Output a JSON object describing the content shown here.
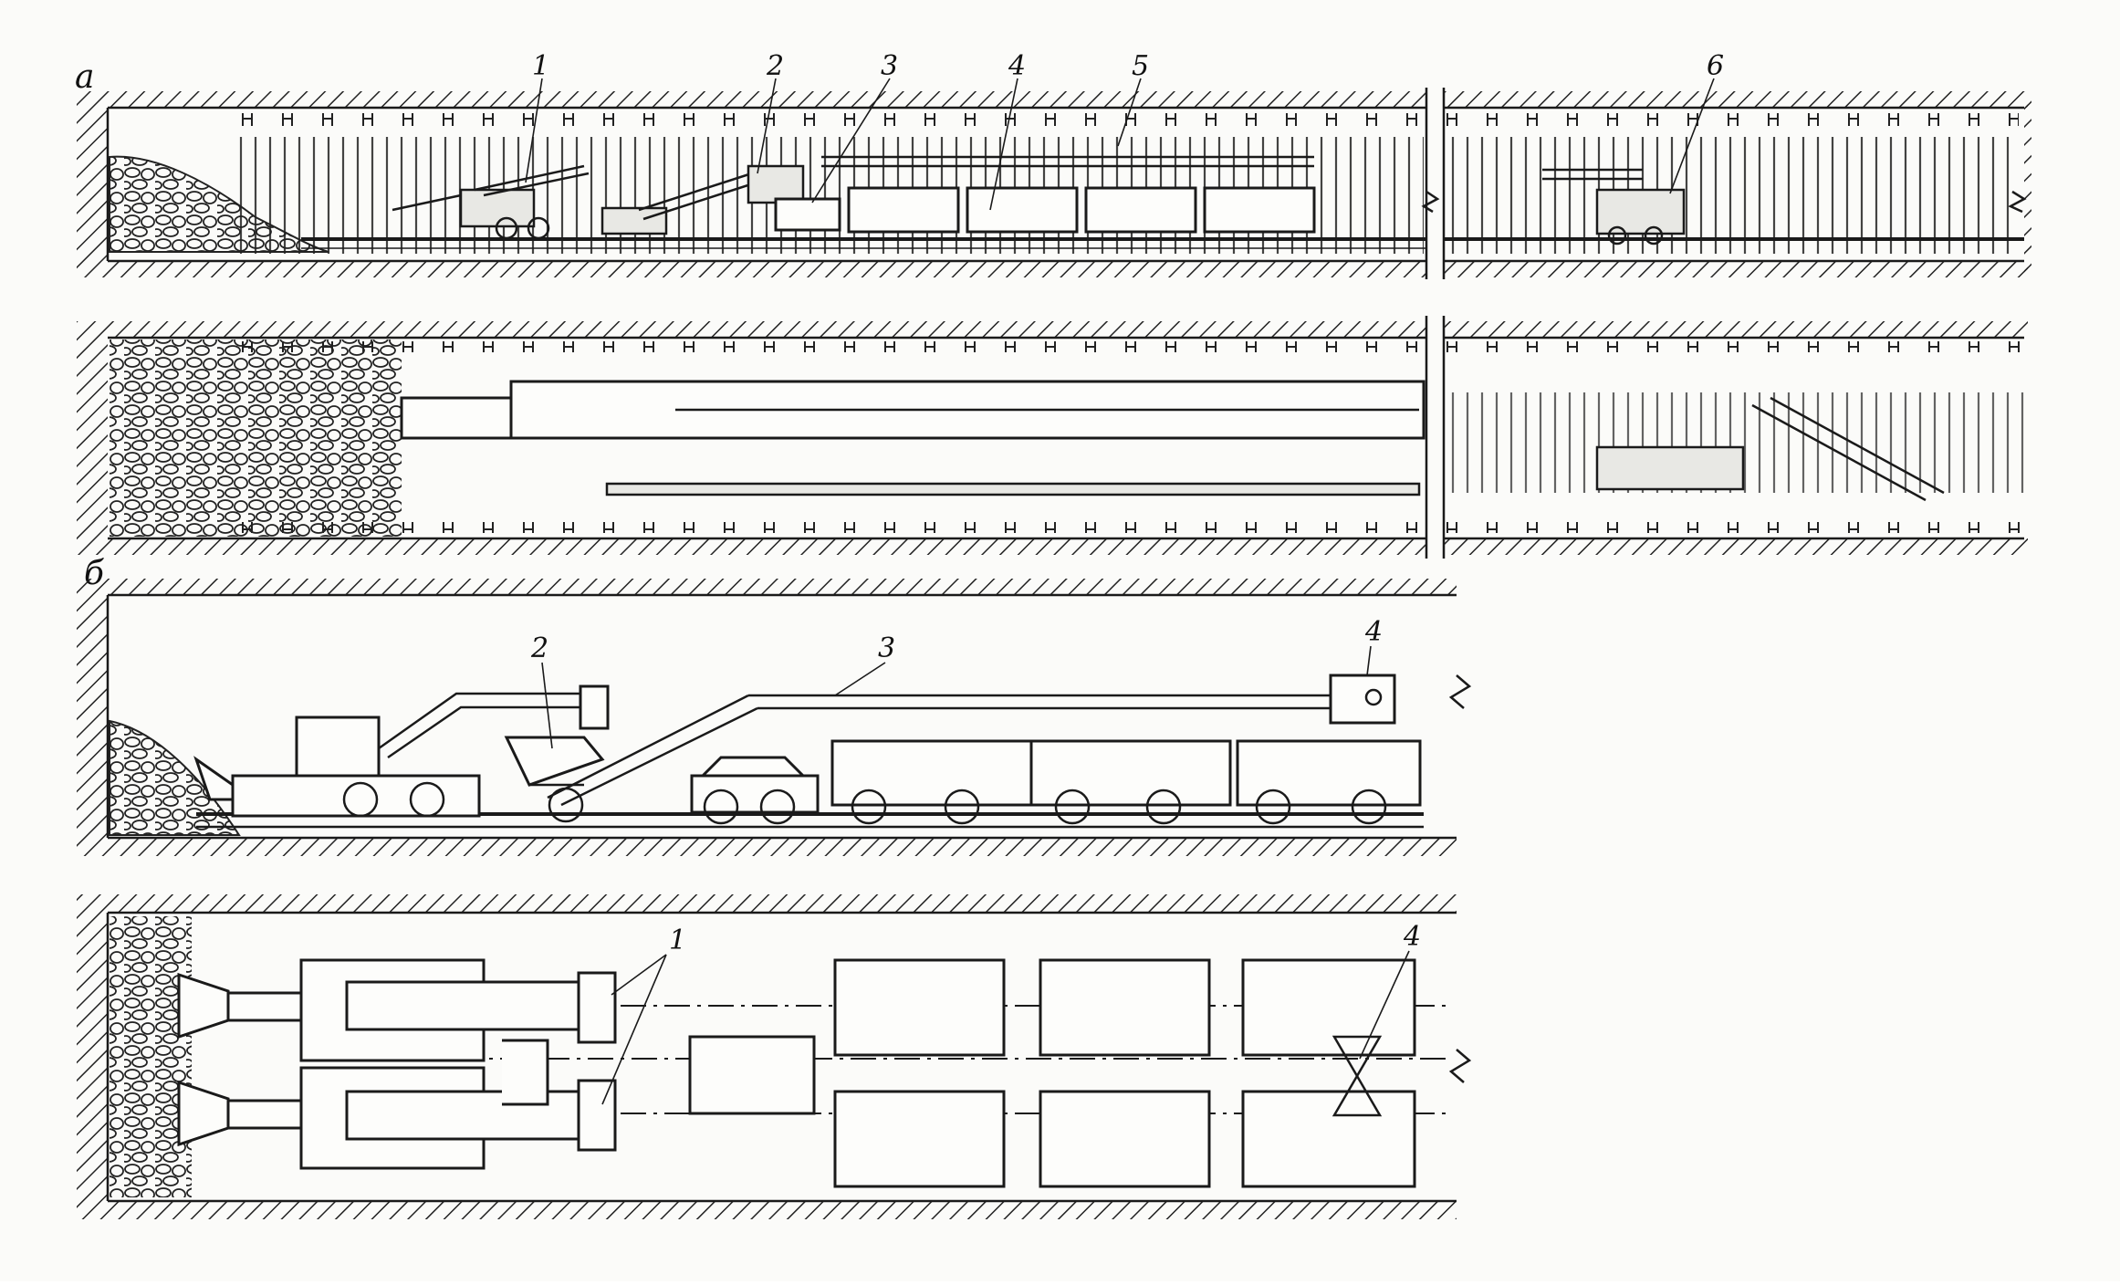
{
  "sections": {
    "a": "а",
    "b": "б"
  },
  "labels_a": [
    "1",
    "2",
    "3",
    "4",
    "5",
    "6"
  ],
  "labels_b_side": [
    "2",
    "3",
    "4"
  ],
  "labels_b_plan": [
    "1",
    "4"
  ]
}
